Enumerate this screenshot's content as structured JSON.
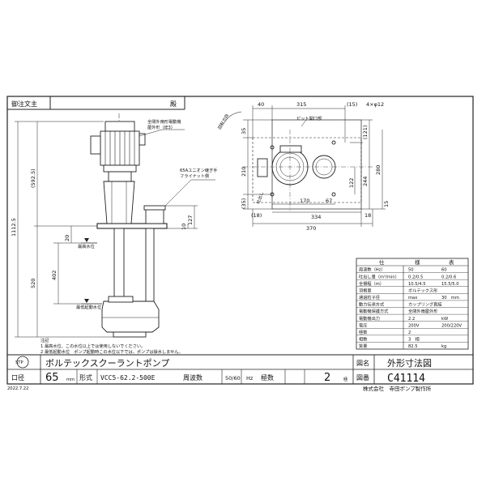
{
  "header": {
    "order_label": "御注文主",
    "honorific": "殿"
  },
  "drawing": {
    "front_view": {
      "motor_note_line1": "全閉外扇形電動機",
      "motor_note_line2": "屋外形（IE3）",
      "flange_note_line1": "65Aユニオン継ぎ手",
      "flange_note_line2": "フライナット側",
      "dim_total_height": "1112.5",
      "dim_upper": "(592.5)",
      "dim_lower": "520",
      "dim_402": "402",
      "dim_20": "20",
      "dim_127": "127",
      "dim_10": "10",
      "max_level": "最高水位",
      "min_level": "最低起動水位"
    },
    "top_view": {
      "rotation": "回転方向",
      "pit_opening": "ピット開口部",
      "outlet": "吐出し",
      "dim_40": "40",
      "dim_315": "315",
      "dim_15_paren": "(15)",
      "dim_holes": "4×φ12",
      "dim_35_top": "35",
      "dim_121": "(121)",
      "dim_210": "210",
      "dim_280": "280",
      "dim_244": "244",
      "dim_122": "122",
      "dim_15_right": "15",
      "dim_35_bottom": "(35)",
      "dim_18_left": "(18)",
      "dim_170": "170",
      "dim_67": "67",
      "dim_334": "334",
      "dim_18_right": "18",
      "dim_370": "370"
    }
  },
  "spec_table": {
    "title_left": "仕",
    "title_mid": "様",
    "title_right": "表",
    "rows": [
      {
        "label": "周波数（Hz）",
        "v1": "50",
        "v2": "60"
      },
      {
        "label": "吐出し量（m³/min）",
        "v1": "0.2/0.5",
        "v2": "0.2/0.6"
      },
      {
        "label": "全揚程（m）",
        "v1": "10.5/4.5",
        "v2": "15.5/5.0"
      },
      {
        "label": "羽根車",
        "v1": "ボルテックス形",
        "v2": ""
      },
      {
        "label": "通過粒子径",
        "v1": "max",
        "v2": "30　mm"
      },
      {
        "label": "動力伝達方式",
        "v1": "カップリング直結",
        "v2": ""
      },
      {
        "label": "電動機保護方式",
        "v1": "全閉外扇屋外形",
        "v2": ""
      },
      {
        "label": "電動機出力",
        "v1": "2.2",
        "v2": "kW"
      },
      {
        "label": "電圧",
        "v1": "200V",
        "v2": "200/220V"
      },
      {
        "label": "極数",
        "v1": "2",
        "v2": ""
      },
      {
        "label": "相数",
        "v1": "3　相",
        "v2": ""
      },
      {
        "label": "質量",
        "v1": "82.5",
        "v2": "kg"
      }
    ]
  },
  "notes": {
    "title": "注記",
    "line1": "1 最高水位、この水位以上では使用しないでください。",
    "line2": "2 最低起動水位　ポンプ起動時この水位以下では、ポンプは操水しません。"
  },
  "title_block": {
    "logo": "STP",
    "product_name": "ボルテックスクーラントポンプ",
    "drawing_name_label": "図名",
    "drawing_name": "外形寸法図",
    "bore_label": "口径",
    "bore_value": "65",
    "bore_unit": "mm",
    "model_label": "形式",
    "model_value": "VCC5-62.2-500E",
    "freq_label": "周波数",
    "freq_value": "50/60",
    "freq_unit": "Hz",
    "poles_label": "極数",
    "poles_value": "2",
    "poles_unit": "極",
    "drawing_no_label": "図番",
    "drawing_no": "C41114",
    "date": "2022.7.22",
    "company": "株式会社　寺田ポンプ製作所"
  }
}
